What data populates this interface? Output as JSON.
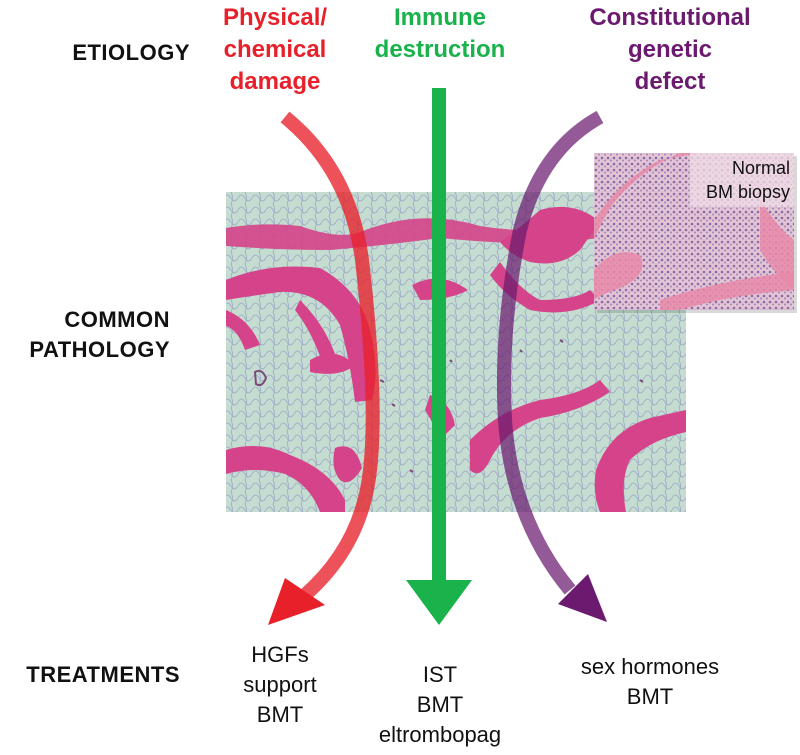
{
  "row_labels": {
    "etiology": "ETIOLOGY",
    "pathology": "COMMON\nPATHOLOGY",
    "treatments": "TREATMENTS"
  },
  "etiologies": [
    {
      "label": "Physical/\nchemical\ndamage",
      "color": "#e8202a"
    },
    {
      "label": "Immune\ndestruction",
      "color": "#19b24b"
    },
    {
      "label": "Constitutional\ngenetic\ndefect",
      "color": "#6b1a6f"
    }
  ],
  "treatments": [
    {
      "label": "HGFs\nsupport\nBMT"
    },
    {
      "label": "IST\nBMT\neltrombopag"
    },
    {
      "label": "sex hormones\nBMT"
    }
  ],
  "inset": {
    "label": "Normal\nBM biopsy"
  },
  "colors": {
    "tissue_bg": "#bcd8c8",
    "bone": "#d5448a",
    "inset_bg": "#e6c8d6",
    "inset_cells": "#8a6aa8"
  }
}
